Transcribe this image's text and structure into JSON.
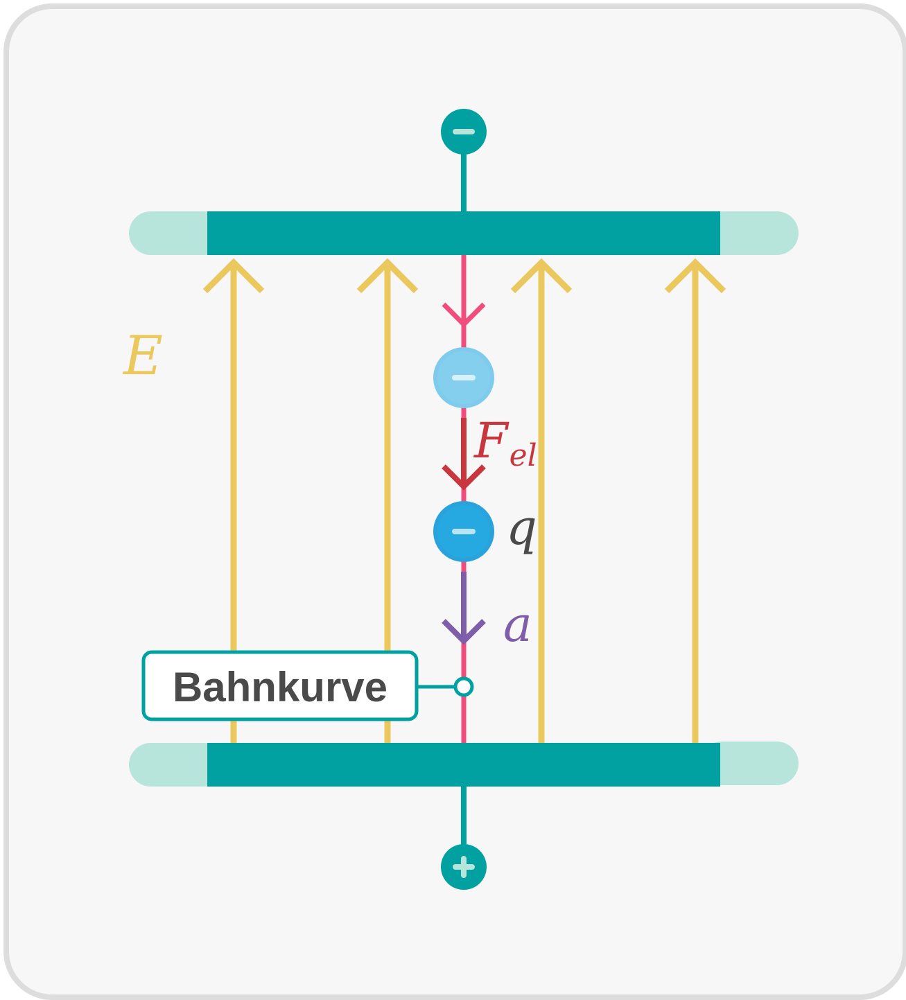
{
  "labels": {
    "field": "E",
    "force": "F",
    "force_subscript": "el",
    "charge": "q",
    "acceleration": "a",
    "trajectory": "Bahnkurve"
  },
  "symbols": {
    "top_terminal": "minus",
    "bottom_terminal": "plus",
    "charge_sign": "minus"
  },
  "colors": {
    "field": "#ebc85e",
    "plate": "#01a0a1",
    "plate_cap": "#b7e5dc",
    "trajectory": "#f04c7c",
    "force": "#c9373e",
    "acceleration": "#7e5ea9",
    "charge": "#25a9e0",
    "charge_ghost": "#7fcbec",
    "text": "#4a4a4a"
  }
}
